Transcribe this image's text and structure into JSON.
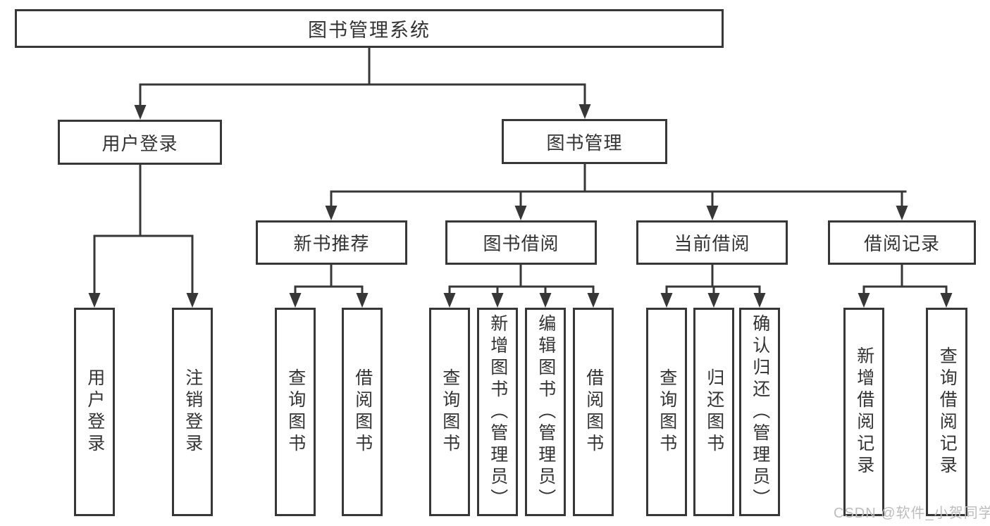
{
  "diagram": {
    "tree": {
      "label": "图书管理系统",
      "children": [
        {
          "label": "用户登录",
          "children": [
            {
              "label": "用户登录"
            },
            {
              "label": "注销登录"
            }
          ]
        },
        {
          "label": "图书管理",
          "children": [
            {
              "label": "新书推荐",
              "children": [
                {
                  "label": "查询图书"
                },
                {
                  "label": "借阅图书"
                }
              ]
            },
            {
              "label": "图书借阅",
              "children": [
                {
                  "label": "查询图书"
                },
                {
                  "label": "新增图书（管理员）"
                },
                {
                  "label": "编辑图书（管理员）"
                },
                {
                  "label": "借阅图书"
                }
              ]
            },
            {
              "label": "当前借阅",
              "children": [
                {
                  "label": "查询图书"
                },
                {
                  "label": "归还图书"
                },
                {
                  "label": "确认归还（管理员）"
                }
              ]
            },
            {
              "label": "借阅记录",
              "children": [
                {
                  "label": "新增借阅记录"
                },
                {
                  "label": "查询借阅记录"
                }
              ]
            }
          ]
        }
      ]
    }
  },
  "watermark": {
    "text": "CSDN @软件_小贺同学"
  },
  "colors": {
    "line": "#373737",
    "box_border": "#373737",
    "text": "#333333",
    "watermark": "#bdbdbd",
    "background": "#ffffff"
  }
}
